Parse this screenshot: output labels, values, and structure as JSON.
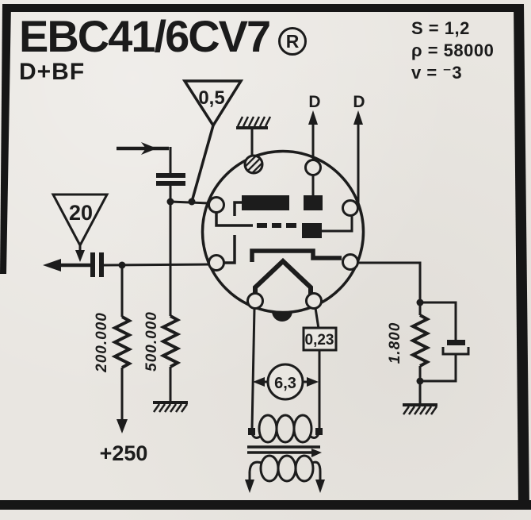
{
  "document": {
    "title": "EBC41/6CV7",
    "registered_mark": "R",
    "subtitle": "D+BF",
    "parameters": [
      "S = 1,2",
      "ρ = 58000",
      "v = ⁻3"
    ]
  },
  "schematic": {
    "signal_levels": {
      "grid_triangle": "0,5",
      "output_triangle": "20"
    },
    "resistors": {
      "anode_load": "200.000",
      "grid_leak": "500.000",
      "cathode": "1.800"
    },
    "supply_label": "+250",
    "heater": {
      "current": "0,23",
      "voltage": "6,3"
    },
    "diode_terminals": [
      "D",
      "D"
    ]
  },
  "colors": {
    "ink": "#1c1c1c",
    "paper": "#e9e6e1"
  }
}
